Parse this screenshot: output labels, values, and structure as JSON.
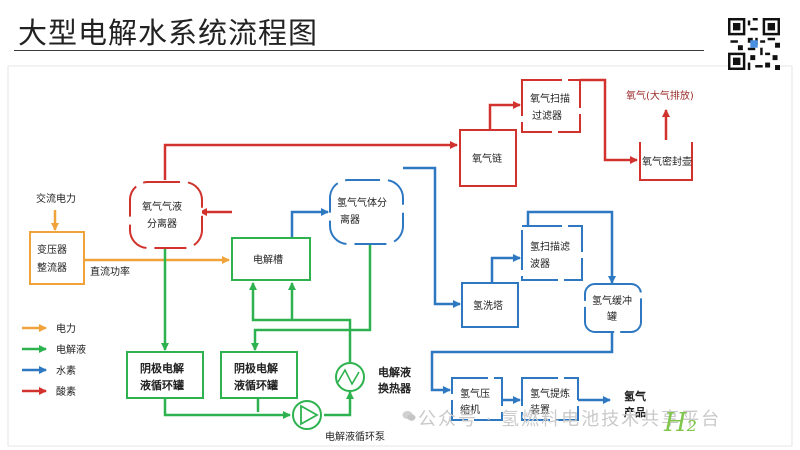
{
  "title": "大型电解水系统流程图",
  "colors": {
    "power": "#f0a33a",
    "electrolyte": "#2eb24f",
    "hydrogen": "#2e78c2",
    "oxygen": "#d2322d"
  },
  "labels": {
    "ac_power": "交流电力",
    "transformer_1": "变压器",
    "transformer_2": "整流器",
    "dc_power": "直流功率",
    "o2_sep_1": "氧气气液",
    "o2_sep_2": "分离器",
    "cell": "电解槽",
    "h2_sep_1": "氢气气体分",
    "h2_sep_2": "离器",
    "o2_chain": "氧气链",
    "o2_filter_1": "氧气扫描",
    "o2_filter_2": "过滤器",
    "o2_vent": "氧气(大气排放)",
    "o2_tank": "氧气密封壶",
    "h2_wash": "氢洗塔",
    "h2_filter_1": "氢扫描滤",
    "h2_filter_2": "波器",
    "h2_buffer_1": "氢气缓冲",
    "h2_buffer_2": "罐",
    "cathode_1": "阴极电解",
    "cathode_2": "液循环罐",
    "anode_1": "阴极电解",
    "anode_2": "液循环罐",
    "hx_1": "电解液",
    "hx_2": "换热器",
    "pump": "电解液循环泵",
    "comp_1": "氢气压",
    "comp_2": "缩机",
    "purifier_1": "氢气提炼",
    "purifier_2": "装置",
    "h2_out_1": "氢气",
    "h2_out_2": "产品"
  },
  "legend": [
    {
      "label": "电力",
      "color": "#f0a33a"
    },
    {
      "label": "电解液",
      "color": "#2eb24f"
    },
    {
      "label": "水素",
      "color": "#2e78c2"
    },
    {
      "label": "酸素",
      "color": "#d2322d"
    }
  ],
  "watermark": "公众号 · 氢燃料电池技术共享平台",
  "logo_text": "H₂"
}
